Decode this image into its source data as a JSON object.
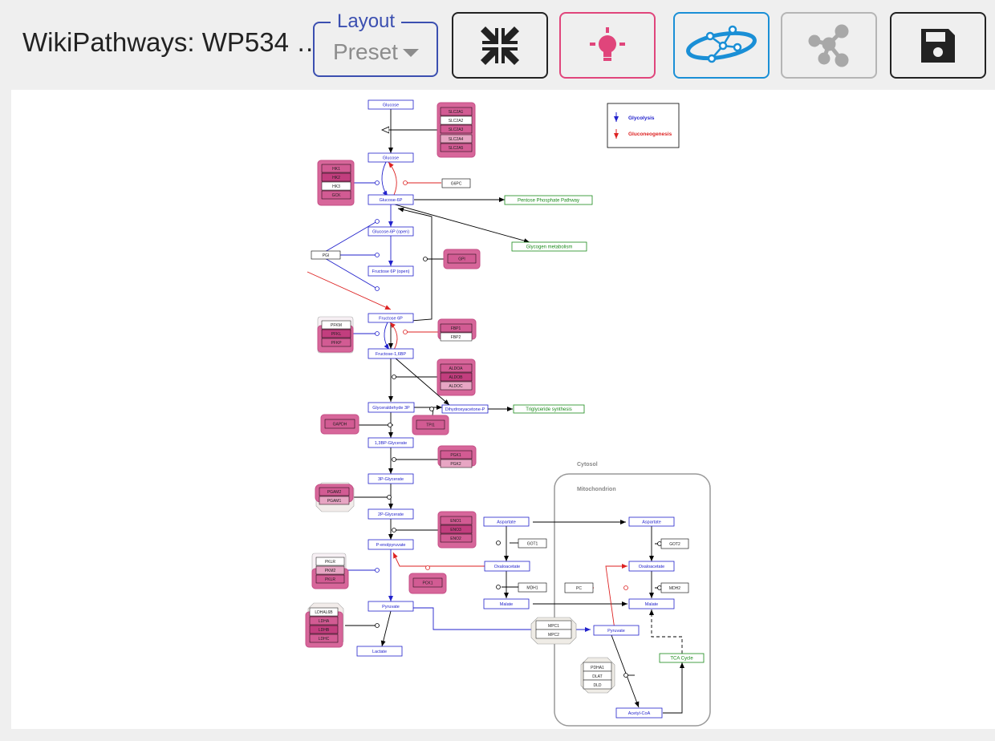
{
  "header": {
    "title": "WikiPathways: WP534 …",
    "layout_label": "Layout",
    "layout_value": "Preset"
  },
  "toolbar": {
    "buttons": [
      {
        "name": "collapse-icon",
        "color": "#222222"
      },
      {
        "name": "highlight-bulb-icon",
        "color": "#e0457b"
      },
      {
        "name": "network-overlay-icon",
        "color": "#1a8fd6"
      },
      {
        "name": "graph-nodes-icon",
        "color": "#a0a0a0"
      },
      {
        "name": "save-floppy-icon",
        "color": "#222222"
      }
    ]
  },
  "diagram": {
    "legend": {
      "glycolysis": "Glycolysis",
      "gluconeogenesis": "Gluconeogenesis"
    },
    "compartments": {
      "cytosol": "Cytosol",
      "mitochondrion": "Mitochondrion"
    },
    "metabolites": {
      "glucose_top": "Glucose",
      "glucose": "Glucose",
      "glucose_6p": "Glucose-6P",
      "glucose_6p_open": "Glucose-6P (open)",
      "fructose_6p_open": "Fructose 6P (open)",
      "fructose_6p": "Fructose 6P",
      "fructose_16bp": "Fructose-1,6BP",
      "glyceraldehyde_3p": "Glyceraldehyde 3P",
      "dhap": "Dihydroxyacetone-P",
      "bpg13": "1,3BP-Glycerate",
      "pg3": "3P-Glycerate",
      "pg2": "2P-Glycerate",
      "pep": "P-enolpyruvate",
      "pyruvate": "Pyruvate",
      "lactate": "Lactate",
      "aspartate_c": "Aspartate",
      "oxaloacetate_c": "Oxaloacetate",
      "malate_c": "Malate",
      "aspartate_m": "Aspartate",
      "oxaloacetate_m": "Oxaloacetate",
      "malate_m": "Malate",
      "pyruvate_m": "Pyruvate",
      "acetyl_coa": "Acetyl-CoA"
    },
    "pathways": {
      "ppp": "Pentose Phosphate Pathway",
      "glycogen": "Glycogen metabolism",
      "triglyceride": "Triglyceride synthesis",
      "tca": "TCA Cycle"
    },
    "genes": {
      "slc": [
        "SLC2A1",
        "SLC2A2",
        "SLC2A3",
        "SLC2A4",
        "SLC2A5"
      ],
      "hk": [
        "HK1",
        "HK2",
        "HK3",
        "GCK"
      ],
      "g6pc": "G6PC",
      "pgi": "PGI",
      "gpi": "GPI",
      "pfk": [
        "PFKM",
        "PFKL",
        "PFKP"
      ],
      "fbp": [
        "FBP1",
        "FBP2"
      ],
      "aldo": [
        "ALDOA",
        "ALDOB",
        "ALDOC"
      ],
      "gapdh": "GAPDH",
      "tpi1": "TPI1",
      "pgk": [
        "PGK1",
        "PGK2"
      ],
      "pgam": [
        "PGAM2",
        "PGAM1"
      ],
      "eno": [
        "ENO1",
        "ENO3",
        "ENO2"
      ],
      "pk": [
        "PKLR",
        "PKM2",
        "PKLR"
      ],
      "pck1": "PCK1",
      "ldh": [
        "LDHAL6B",
        "LDHA",
        "LDHB",
        "LDHC"
      ],
      "got1": "GOT1",
      "mdh1": "MDH1",
      "pc": "PC",
      "got2": "GOT2",
      "mdh2": "MDH2",
      "mpc": [
        "MPC1",
        "MPC2"
      ],
      "pdh": [
        "PDHA1",
        "DLAT",
        "DLD"
      ]
    }
  }
}
